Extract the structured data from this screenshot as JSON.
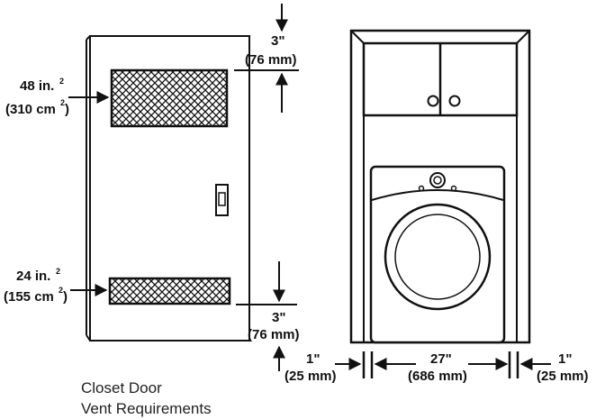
{
  "door": {
    "top_vent": {
      "area_in": "48 in.",
      "area_in_sup": "2",
      "area_mm": "(310 cm",
      "area_mm_sup": "2",
      "area_mm_close": ")"
    },
    "bottom_vent": {
      "area_in": "24 in.",
      "area_in_sup": "2",
      "area_mm": "(155 cm",
      "area_mm_sup": "2",
      "area_mm_close": ")"
    },
    "top_gap": {
      "inches": "3\"",
      "mm": "(76 mm)"
    },
    "bottom_gap": {
      "inches": "3\"",
      "mm": "(76 mm)"
    },
    "caption_line1": "Closet Door",
    "caption_line2": "Vent Requirements"
  },
  "closet": {
    "left_gap": {
      "inches": "1\"",
      "mm": "(25 mm)"
    },
    "width": {
      "inches": "27\"",
      "mm": "(686 mm)"
    },
    "right_gap": {
      "inches": "1\"",
      "mm": "(25 mm)"
    }
  },
  "colors": {
    "line": "#111111",
    "background": "#ffffff"
  }
}
